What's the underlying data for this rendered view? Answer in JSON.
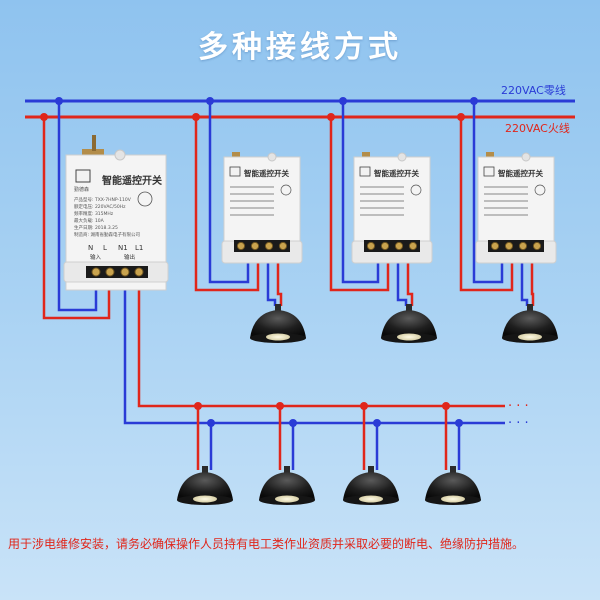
{
  "title": "多种接线方式",
  "buses": {
    "neutral_label": "220VAC零线",
    "live_label": "220VAC火线",
    "neutral_color": "#2a3bd6",
    "live_color": "#e0261b"
  },
  "controller": {
    "logo": "勤德森",
    "name": "智能遥控开关",
    "specs": [
      "产品型号: TXX-7HNP-110V",
      "额定电压: 220VAC/50Hz",
      "频率精度: 315MHz",
      "最大负载: 10A",
      "生产日期: 2018.3.25",
      "制造商: 湖南省勤森电子有限公司"
    ],
    "terminal_labels": [
      "N",
      "L",
      "N1",
      "L1"
    ],
    "input_label": "输入",
    "output_label": "输出"
  },
  "small_switches": [
    {
      "name": "智能遥控开关"
    },
    {
      "name": "智能遥控开关"
    },
    {
      "name": "智能遥控开关"
    }
  ],
  "chain_dots": "· · ·",
  "notice": "用于涉电维修安装，请务必确保操作人员持有电工类作业资质并采取必要的断电、绝缘防护措施。"
}
